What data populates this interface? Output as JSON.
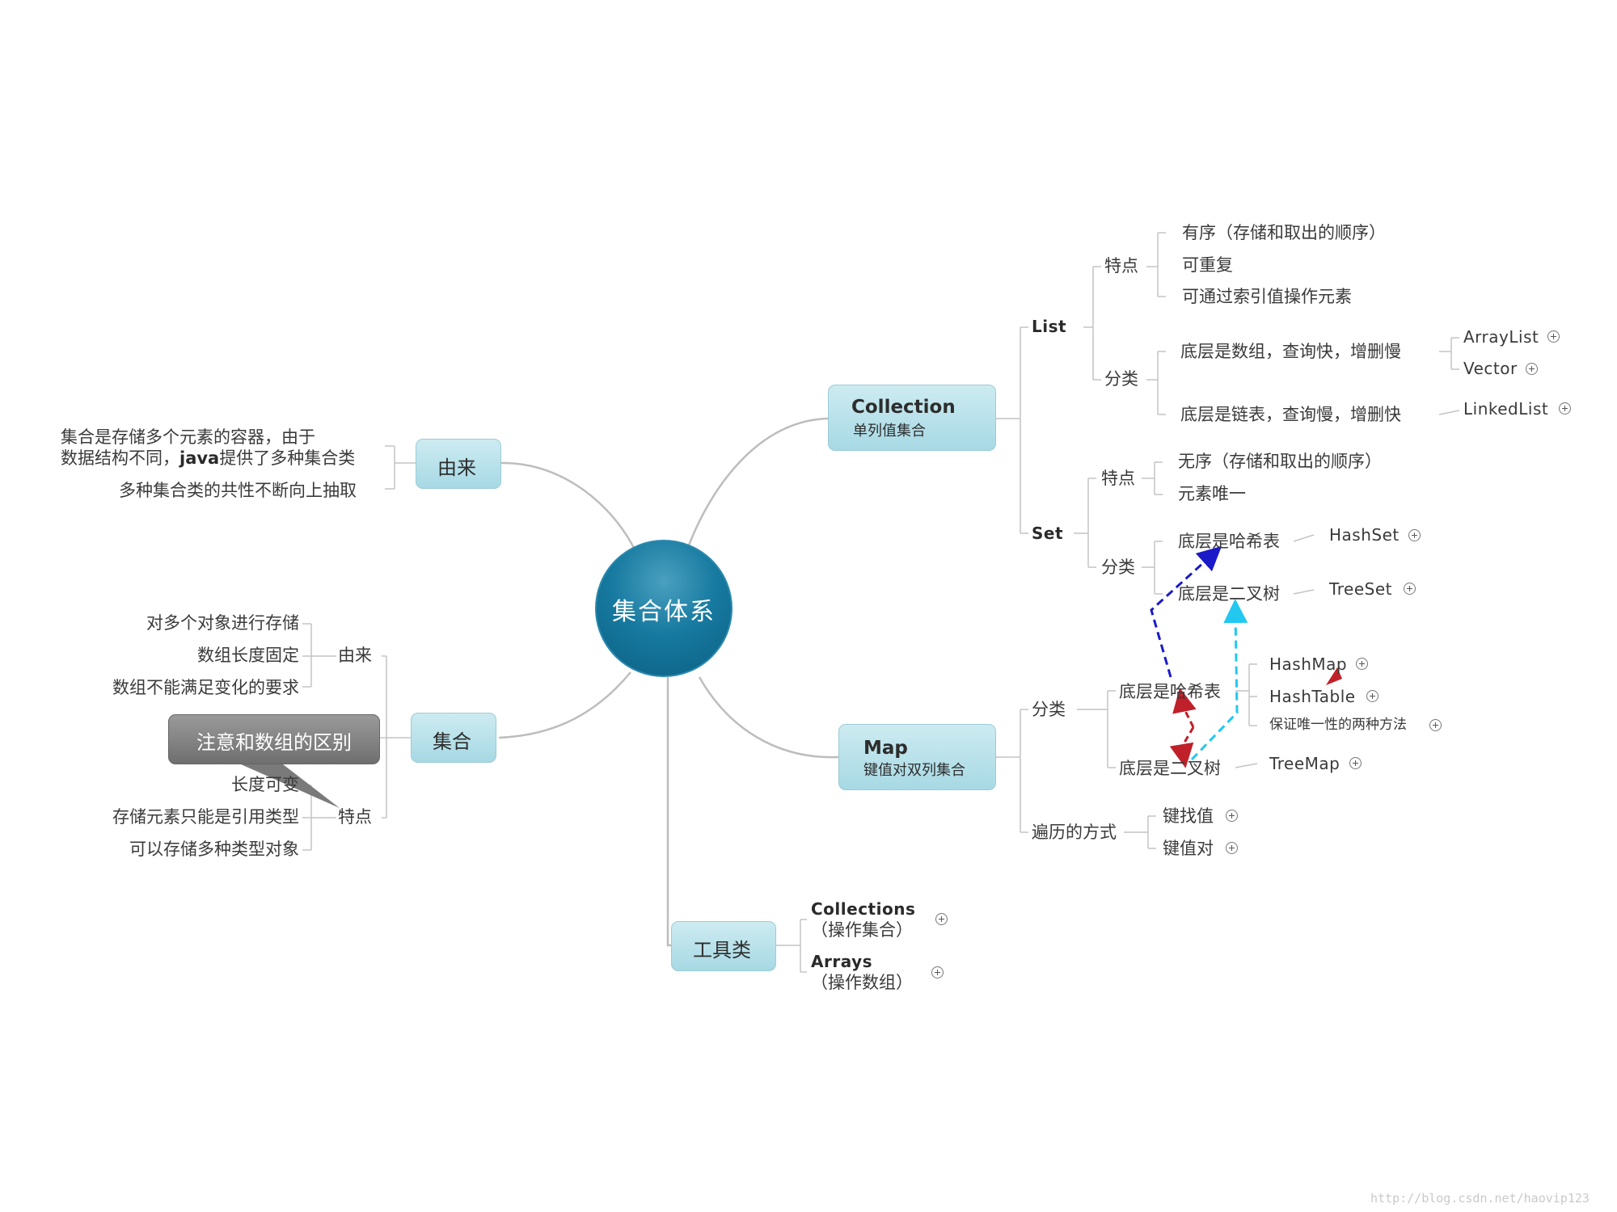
{
  "center": {
    "label": "集合体系"
  },
  "origin": {
    "label": "由来",
    "line1": "集合是存储多个元素的容器，由于",
    "line2_pre": "数据结构不同，",
    "line2_bold": "java",
    "line2_post": "提供了多种集合类",
    "line3": "多种集合类的共性不断向上抽取"
  },
  "set_node": {
    "label": "集合",
    "callout": "注意和数组的区别",
    "origin_label": "由来",
    "origin_items": [
      "对多个对象进行存储",
      "数组长度固定",
      "数组不能满足变化的要求"
    ],
    "feature_label": "特点",
    "feature_items": [
      "长度可变",
      "存储元素只能是引用类型",
      "可以存储多种类型对象"
    ]
  },
  "tools": {
    "label": "工具类",
    "items": [
      {
        "name": "Collections",
        "desc": "（操作集合）"
      },
      {
        "name": "Arrays",
        "desc": "（操作数组）"
      }
    ]
  },
  "collection": {
    "title": "Collection",
    "subtitle": "单列值集合",
    "list": {
      "label": "List",
      "feature_label": "特点",
      "features": [
        "有序（存储和取出的顺序）",
        "可重复",
        "可通过索引值操作元素"
      ],
      "category_label": "分类",
      "array_based": "底层是数组，查询快，增删慢",
      "array_impls": [
        "ArrayList",
        "Vector"
      ],
      "linked_based": "底层是链表，查询慢，增删快",
      "linked_impls": [
        "LinkedList"
      ]
    },
    "set": {
      "label": "Set",
      "feature_label": "特点",
      "features": [
        "无序（存储和取出的顺序）",
        "元素唯一"
      ],
      "category_label": "分类",
      "hash_based": "底层是哈希表",
      "hash_impl": "HashSet",
      "tree_based": "底层是二叉树",
      "tree_impl": "TreeSet"
    }
  },
  "map": {
    "title": "Map",
    "subtitle": "键值对双列集合",
    "category_label": "分类",
    "hash_based": "底层是哈希表",
    "hash_impls": [
      "HashMap",
      "HashTable",
      "保证唯一性的两种方法"
    ],
    "tree_based": "底层是二叉树",
    "tree_impl": "TreeMap",
    "traverse_label": "遍历的方式",
    "traverse_items": [
      "键找值",
      "键值对"
    ]
  },
  "colors": {
    "center": "#177aa0",
    "node_fill": "#b4dfe8",
    "arrow_blue": "#1a1ac8",
    "arrow_cyan": "#22c8f0",
    "arrow_red": "#c0202a"
  },
  "watermark": "http://blog.csdn.net/haovip123"
}
